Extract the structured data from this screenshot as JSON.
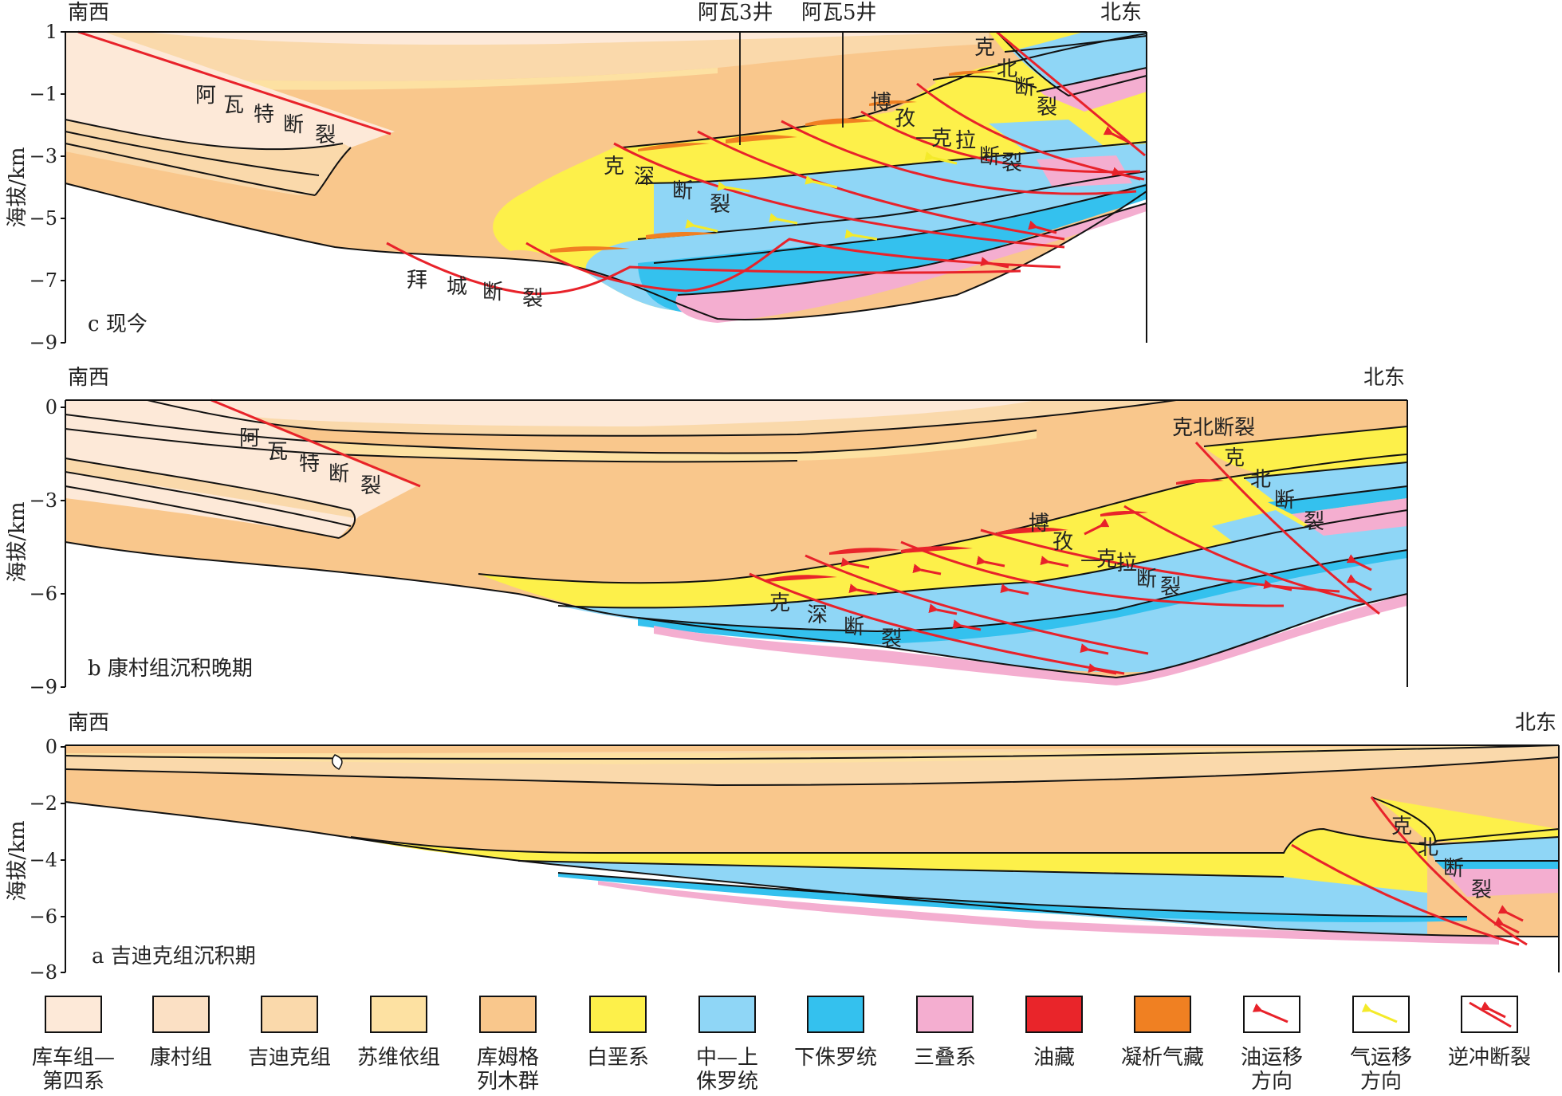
{
  "colors": {
    "kuqa_quaternary": "#fde9d8",
    "kangcun": "#fbe0c4",
    "jidike": "#fad9ab",
    "suweiyi": "#fde1a2",
    "kumugeliemu": "#f9c78c",
    "cretaceous": "#fdf04a",
    "mid_upper_jurassic": "#8fd6f6",
    "lower_jurassic": "#34c1ee",
    "triassic": "#f4aed0",
    "oil": "#e9252a",
    "condensate_gas": "#f08022",
    "fault": "#e8222a",
    "gas_arrow": "#f4ea2a"
  },
  "panels": [
    {
      "id": "c",
      "caption": "c 现今",
      "left_dir": "南西",
      "right_dir": "北东",
      "yaxis_label": "海拔/km",
      "ticks": [
        "1",
        "−1",
        "−3",
        "−5",
        "−7",
        "−9"
      ],
      "wells": [
        "阿瓦3井",
        "阿瓦5井"
      ],
      "fault_labels": {
        "awate": [
          "阿",
          "瓦",
          "特",
          "断",
          "裂"
        ],
        "kebei": [
          "克",
          "北",
          "断",
          "裂"
        ],
        "bozi": [
          "博",
          "孜",
          "—",
          "克",
          "拉",
          "断",
          "裂"
        ],
        "keshen": [
          "克",
          "深",
          "断",
          "裂"
        ],
        "baicheng": [
          "拜",
          "城",
          "断",
          "裂"
        ]
      }
    },
    {
      "id": "b",
      "caption": "b 康村组沉积晚期",
      "left_dir": "南西",
      "right_dir": "北东",
      "yaxis_label": "海拔/km",
      "ticks": [
        "0",
        "−3",
        "−6",
        "−9"
      ],
      "fault_labels": {
        "awate": [
          "阿",
          "瓦",
          "特",
          "断",
          "裂"
        ],
        "kebei_title": "克北断裂",
        "kebei": [
          "克",
          "北",
          "断",
          "裂"
        ],
        "bozi": [
          "博",
          "孜",
          "—",
          "克",
          "拉",
          "断",
          "裂"
        ],
        "keshen": [
          "克",
          "深",
          "断",
          "裂"
        ]
      }
    },
    {
      "id": "a",
      "caption": "a 吉迪克组沉积期",
      "left_dir": "南西",
      "right_dir": "北东",
      "yaxis_label": "海拔/km",
      "ticks": [
        "0",
        "−2",
        "−4",
        "−6",
        "−8"
      ],
      "fault_labels": {
        "kebei": [
          "克",
          "北",
          "断",
          "裂"
        ]
      }
    }
  ],
  "legend": [
    {
      "key": "kuqa_quaternary",
      "label": [
        "库车组—",
        "第四系"
      ]
    },
    {
      "key": "kangcun",
      "label": [
        "康村组"
      ]
    },
    {
      "key": "jidike",
      "label": [
        "吉迪克组"
      ]
    },
    {
      "key": "suweiyi",
      "label": [
        "苏维依组"
      ]
    },
    {
      "key": "kumugeliemu",
      "label": [
        "库姆格",
        "列木群"
      ]
    },
    {
      "key": "cretaceous",
      "label": [
        "白垩系"
      ]
    },
    {
      "key": "mid_upper_jurassic",
      "label": [
        "中—上",
        "侏罗统"
      ]
    },
    {
      "key": "lower_jurassic",
      "label": [
        "下侏罗统"
      ]
    },
    {
      "key": "triassic",
      "label": [
        "三叠系"
      ]
    },
    {
      "key": "oil",
      "label": [
        "油藏"
      ]
    },
    {
      "key": "condensate_gas",
      "label": [
        "凝析气藏"
      ]
    },
    {
      "key": "oil_migration",
      "label": [
        "油运移",
        "方向"
      ],
      "icon": "red-arrow-icon"
    },
    {
      "key": "gas_migration",
      "label": [
        "气运移",
        "方向"
      ],
      "icon": "yellow-arrow-icon"
    },
    {
      "key": "thrust_fault",
      "label": [
        "逆冲断裂"
      ],
      "icon": "thrust-fault-icon"
    }
  ]
}
